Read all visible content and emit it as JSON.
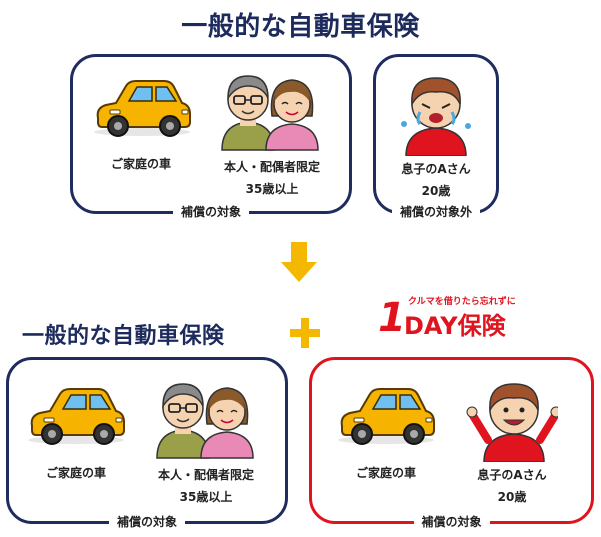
{
  "top_title": "一般的な自動車保険",
  "top": {
    "covered_box": {
      "car_label": "ご家庭の車",
      "person_label_1": "本人・配偶者限定",
      "person_label_2": "35歳以上",
      "caption": "補償の対象"
    },
    "excluded_box": {
      "son_label_1": "息子のAさん",
      "son_label_2": "20歳",
      "caption": "補償の対象外"
    }
  },
  "bottom_left_title": "一般的な自動車保険",
  "oneday_logo": {
    "tagline": "クルマを借りたら忘れずに",
    "digit": "1",
    "text": "DAY保険"
  },
  "bottom": {
    "left_box": {
      "car_label": "ご家庭の車",
      "person_label_1": "本人・配偶者限定",
      "person_label_2": "35歳以上",
      "caption": "補償の対象"
    },
    "right_box": {
      "car_label": "ご家庭の車",
      "son_label_1": "息子のAさん",
      "son_label_2": "20歳",
      "caption": "補償の対象"
    }
  },
  "colors": {
    "navy": "#1f2d5e",
    "red": "#e0141e",
    "arrow": "#f5b800",
    "car_body": "#f6b400"
  }
}
